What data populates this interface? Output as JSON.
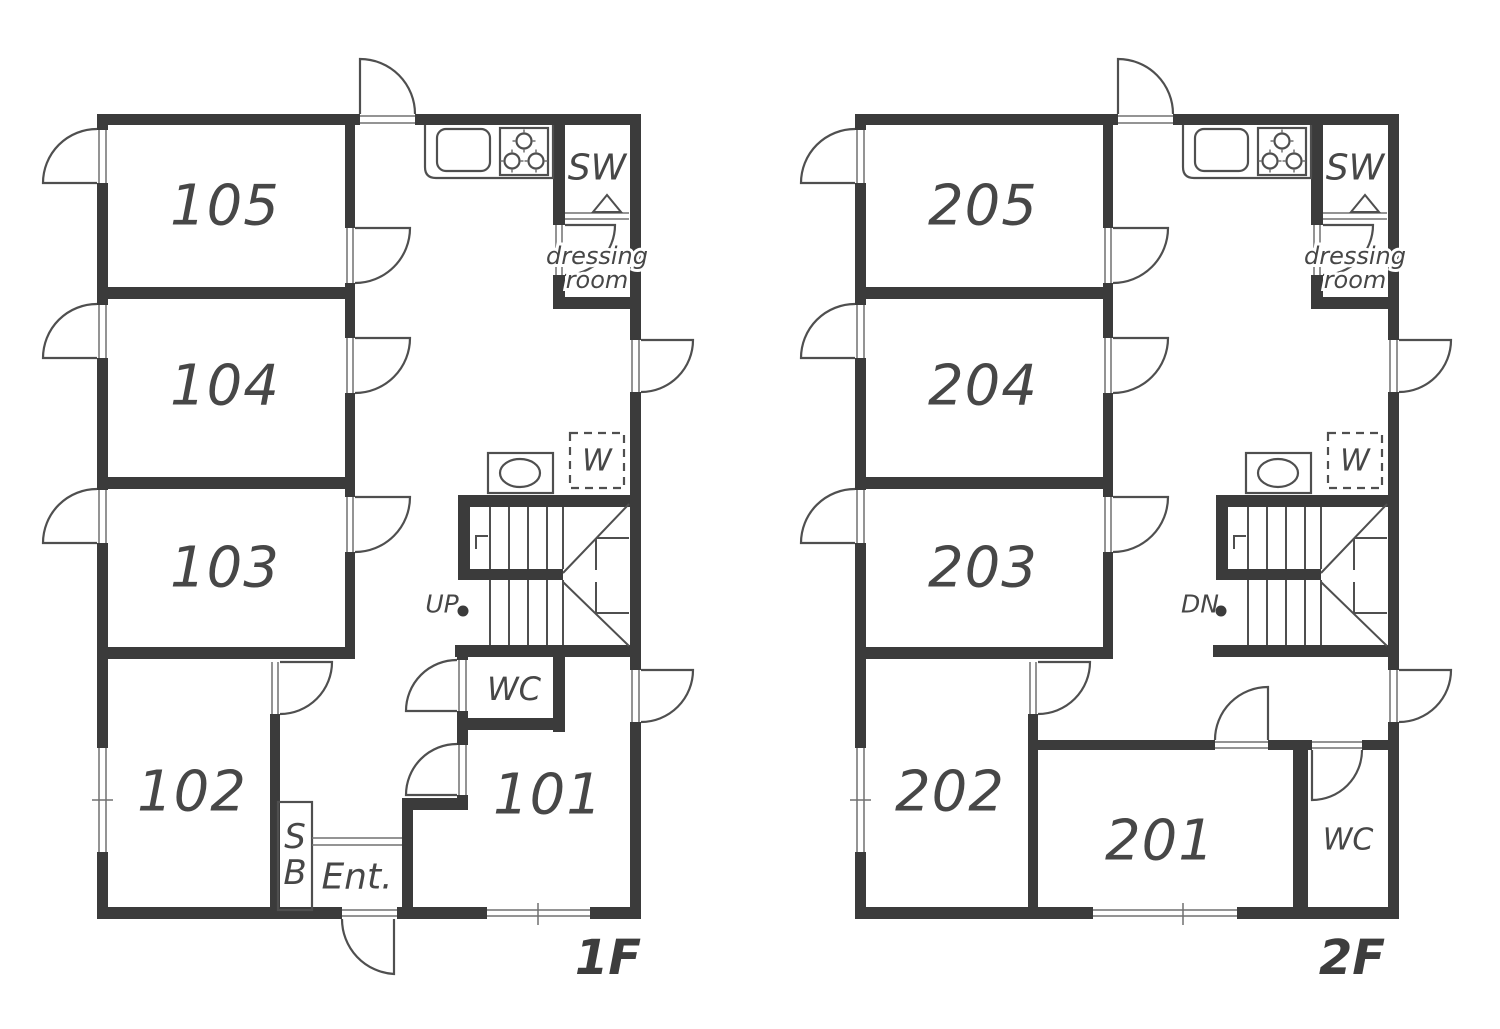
{
  "document": {
    "type": "architectural floor plan, two storeys side by side"
  },
  "colors": {
    "wall": "#3b3b3b",
    "line": "#4f4f4f",
    "text": "#474747",
    "background": "#ffffff"
  },
  "floors": [
    {
      "floor_label": "1F",
      "room_labels": [
        "101",
        "102",
        "103",
        "104",
        "105"
      ],
      "closet_label": "SW",
      "dressing_room_label_line1": "dressing",
      "dressing_room_label_line2": "room",
      "washer_label": "W",
      "toilet_label": "WC",
      "stair_direction_label": "UP",
      "shoe_box_label_line1": "S",
      "shoe_box_label_line2": "B",
      "entrance_label": "Ent."
    },
    {
      "floor_label": "2F",
      "room_labels": [
        "201",
        "202",
        "203",
        "204",
        "205"
      ],
      "closet_label": "SW",
      "dressing_room_label_line1": "dressing",
      "dressing_room_label_line2": "room",
      "washer_label": "W",
      "toilet_label": "WC",
      "stair_direction_label": "DN"
    }
  ]
}
